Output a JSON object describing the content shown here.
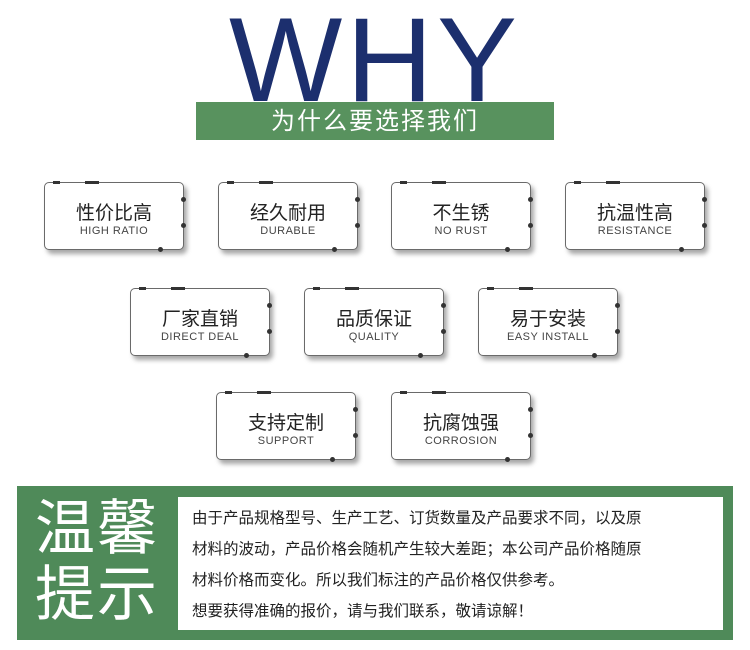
{
  "header": {
    "title": "WHY",
    "subtitle": "为什么要选择我们"
  },
  "features": [
    {
      "cn": "性价比高",
      "en": "HIGH RATIO"
    },
    {
      "cn": "经久耐用",
      "en": "DURABLE"
    },
    {
      "cn": "不生锈",
      "en": "NO RUST"
    },
    {
      "cn": "抗温性高",
      "en": "RESISTANCE"
    },
    {
      "cn": "厂家直销",
      "en": "DIRECT DEAL"
    },
    {
      "cn": "品质保证",
      "en": "QUALITY"
    },
    {
      "cn": "易于安装",
      "en": "EASY INSTALL"
    },
    {
      "cn": "支持定制",
      "en": "SUPPORT"
    },
    {
      "cn": "抗腐蚀强",
      "en": "CORROSION"
    }
  ],
  "notice": {
    "title_line1": "温馨",
    "title_line2": "提示",
    "lines": [
      "由于产品规格型号、生产工艺、订货数量及产品要求不同，以及原",
      "材料的波动，产品价格会随机产生较大差距；本公司产品价格随原",
      "材料价格而变化。所以我们标注的产品价格仅供参考。",
      "想要获得准确的报价，请与我们联系，敬请谅解！"
    ]
  },
  "colors": {
    "title_blue": "#1c2f6e",
    "band_green": "#58925e",
    "notice_green": "#4f8a59"
  }
}
